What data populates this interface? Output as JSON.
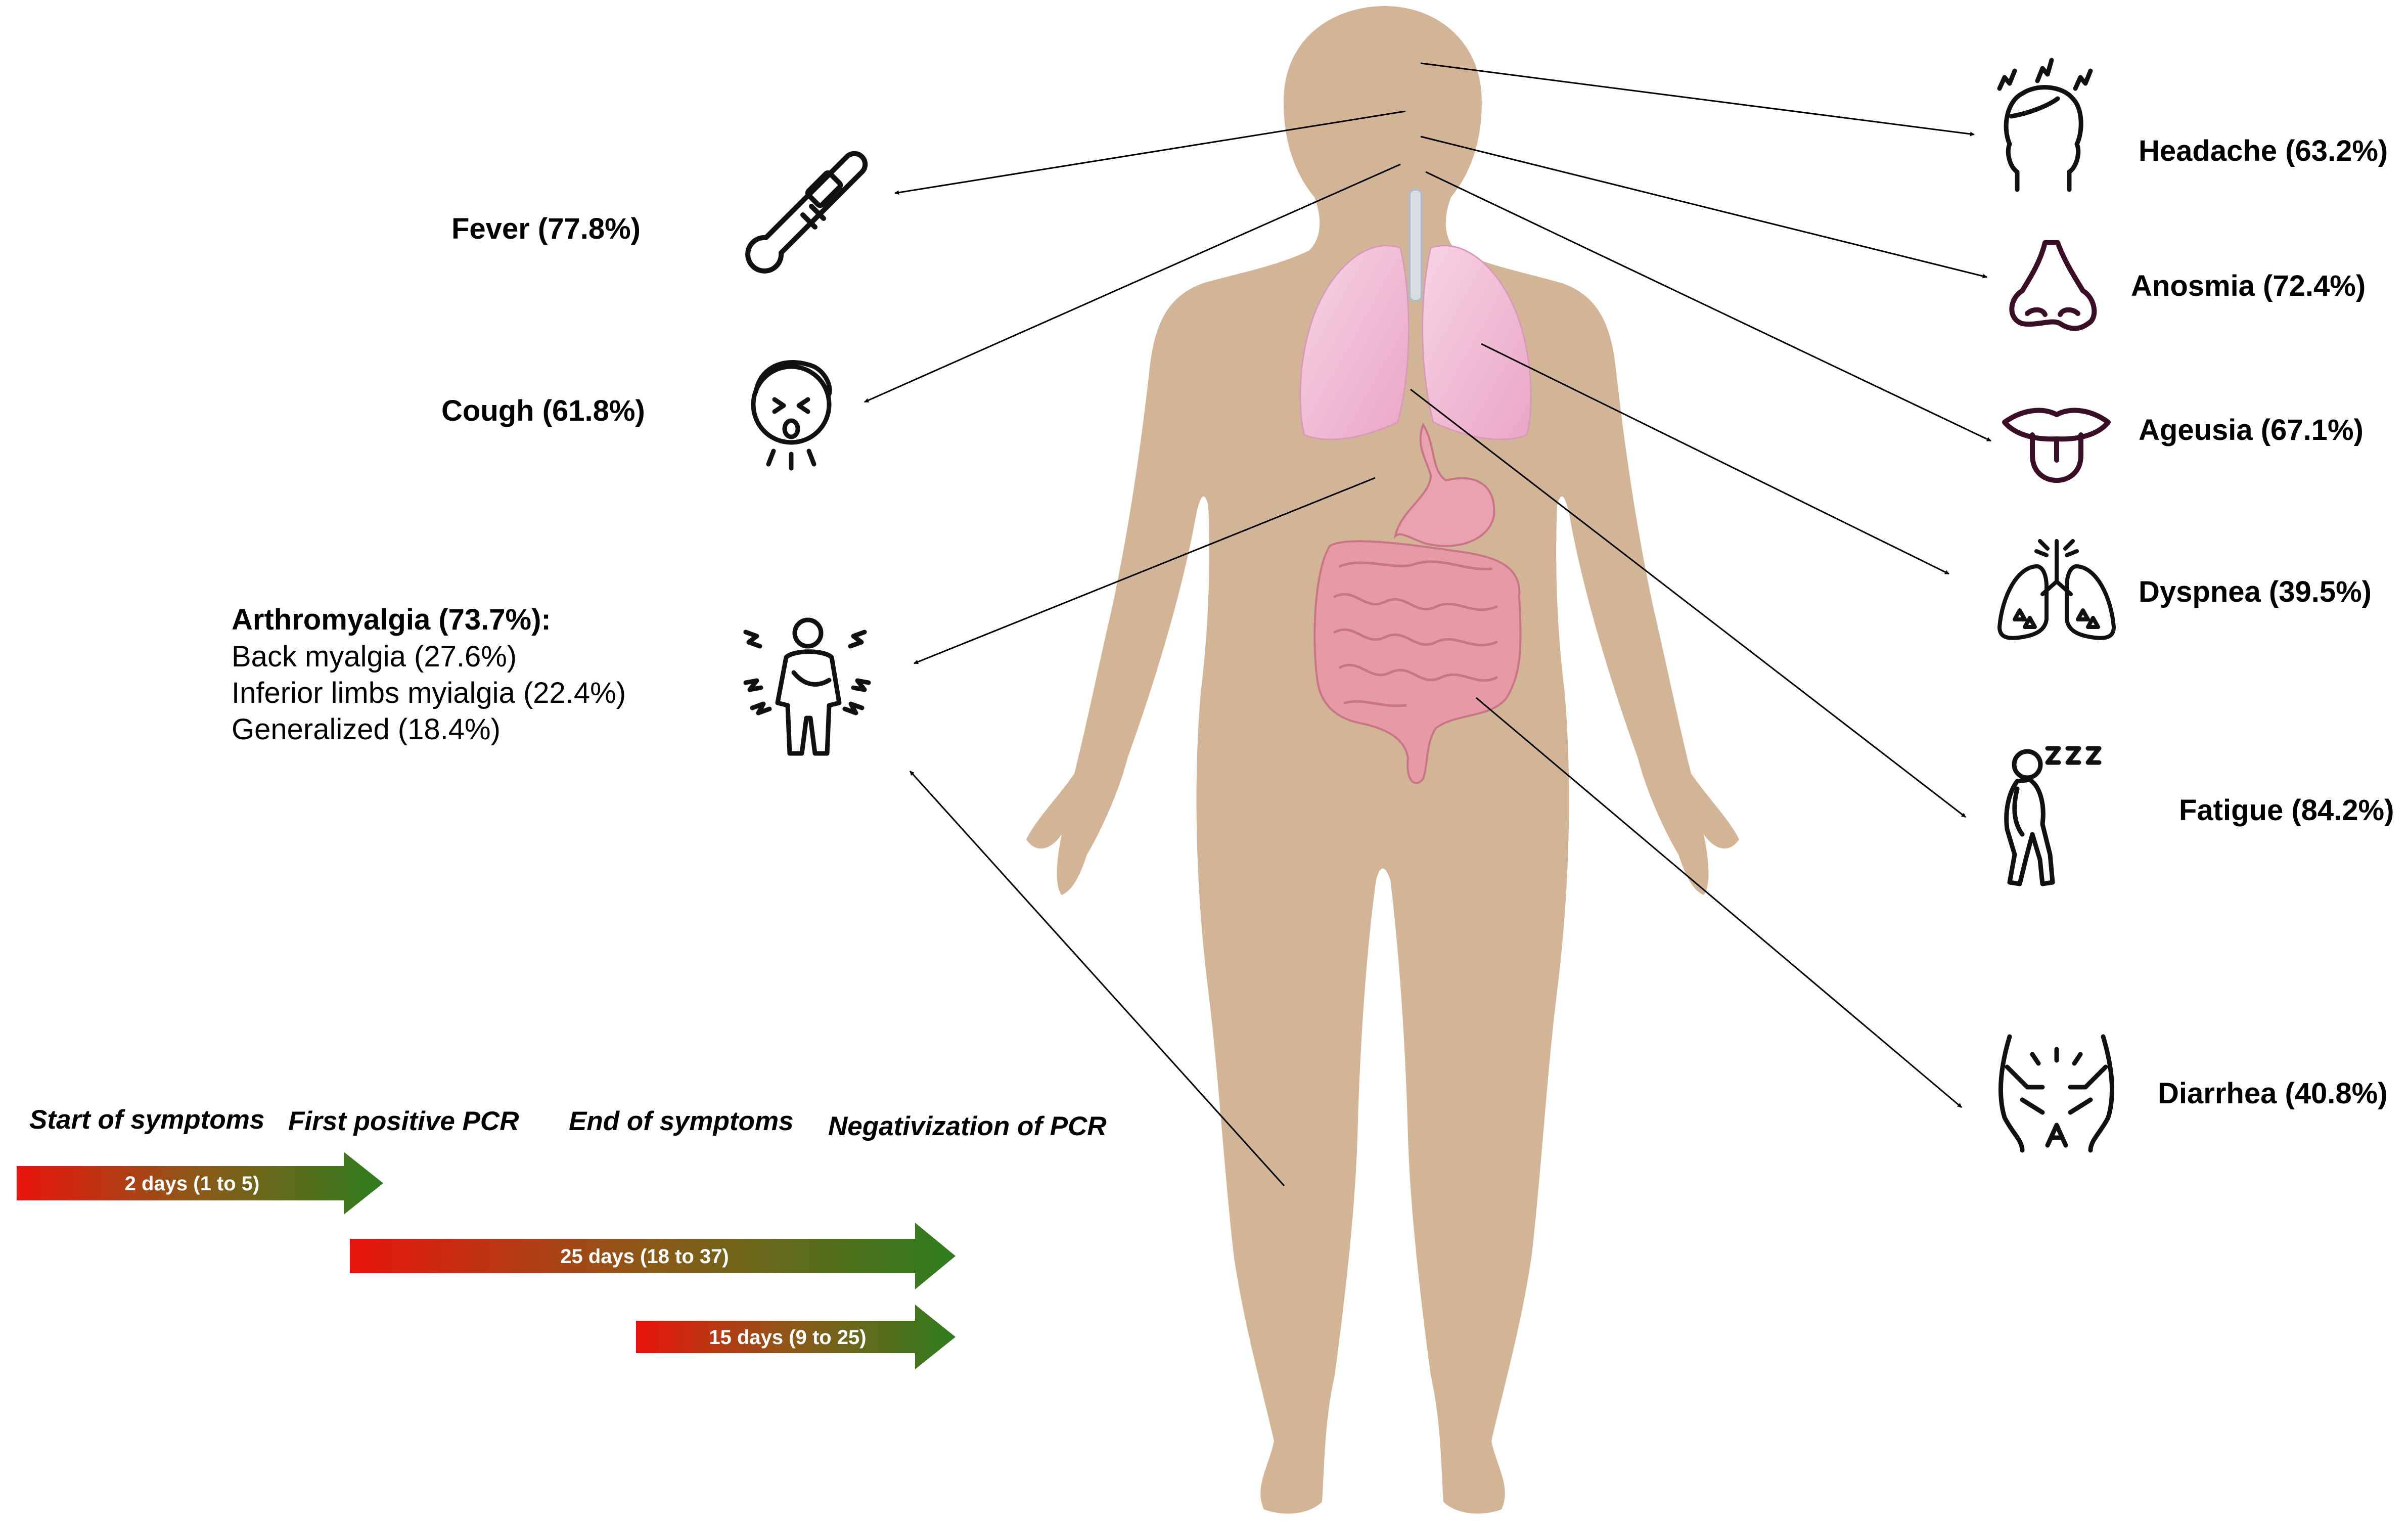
{
  "symptoms": {
    "fever": "Fever (77.8%)",
    "cough": "Cough (61.8%)",
    "arthromyalgia": "Arthromyalgia (73.7%):",
    "arthromyalgia_sub": [
      "Back myalgia (27.6%)",
      "Inferior limbs myialgia (22.4%)",
      "Generalized (18.4%)"
    ],
    "headache": "Headache (63.2%)",
    "anosmia": "Anosmia (72.4%)",
    "ageusia": "Ageusia (67.1%)",
    "dyspnea": "Dyspnea (39.5%)",
    "fatigue": "Fatigue (84.2%)",
    "diarrhea": "Diarrhea (40.8%)"
  },
  "timeline": {
    "milestones": [
      "Start of symptoms",
      "First positive PCR",
      "End of symptoms",
      "Negativization of PCR"
    ],
    "arrows": [
      "2 days (1 to 5)",
      "25 days (18 to 37)",
      "15 days (9 to 25)"
    ]
  },
  "icons": {
    "fever": "thermometer-icon",
    "cough": "coughing-face-icon",
    "arthromyalgia": "body-pain-icon",
    "headache": "headache-icon",
    "anosmia": "nose-icon",
    "ageusia": "tongue-icon",
    "dyspnea": "lungs-icon",
    "fatigue": "tired-person-icon",
    "diarrhea": "abdominal-pain-icon"
  },
  "colors": {
    "skin": "#d2b496",
    "lung": "#f2bdd6",
    "intestine": "#e59aa6",
    "arrow_start": "#e8130e",
    "arrow_end": "#2e7d1f"
  }
}
